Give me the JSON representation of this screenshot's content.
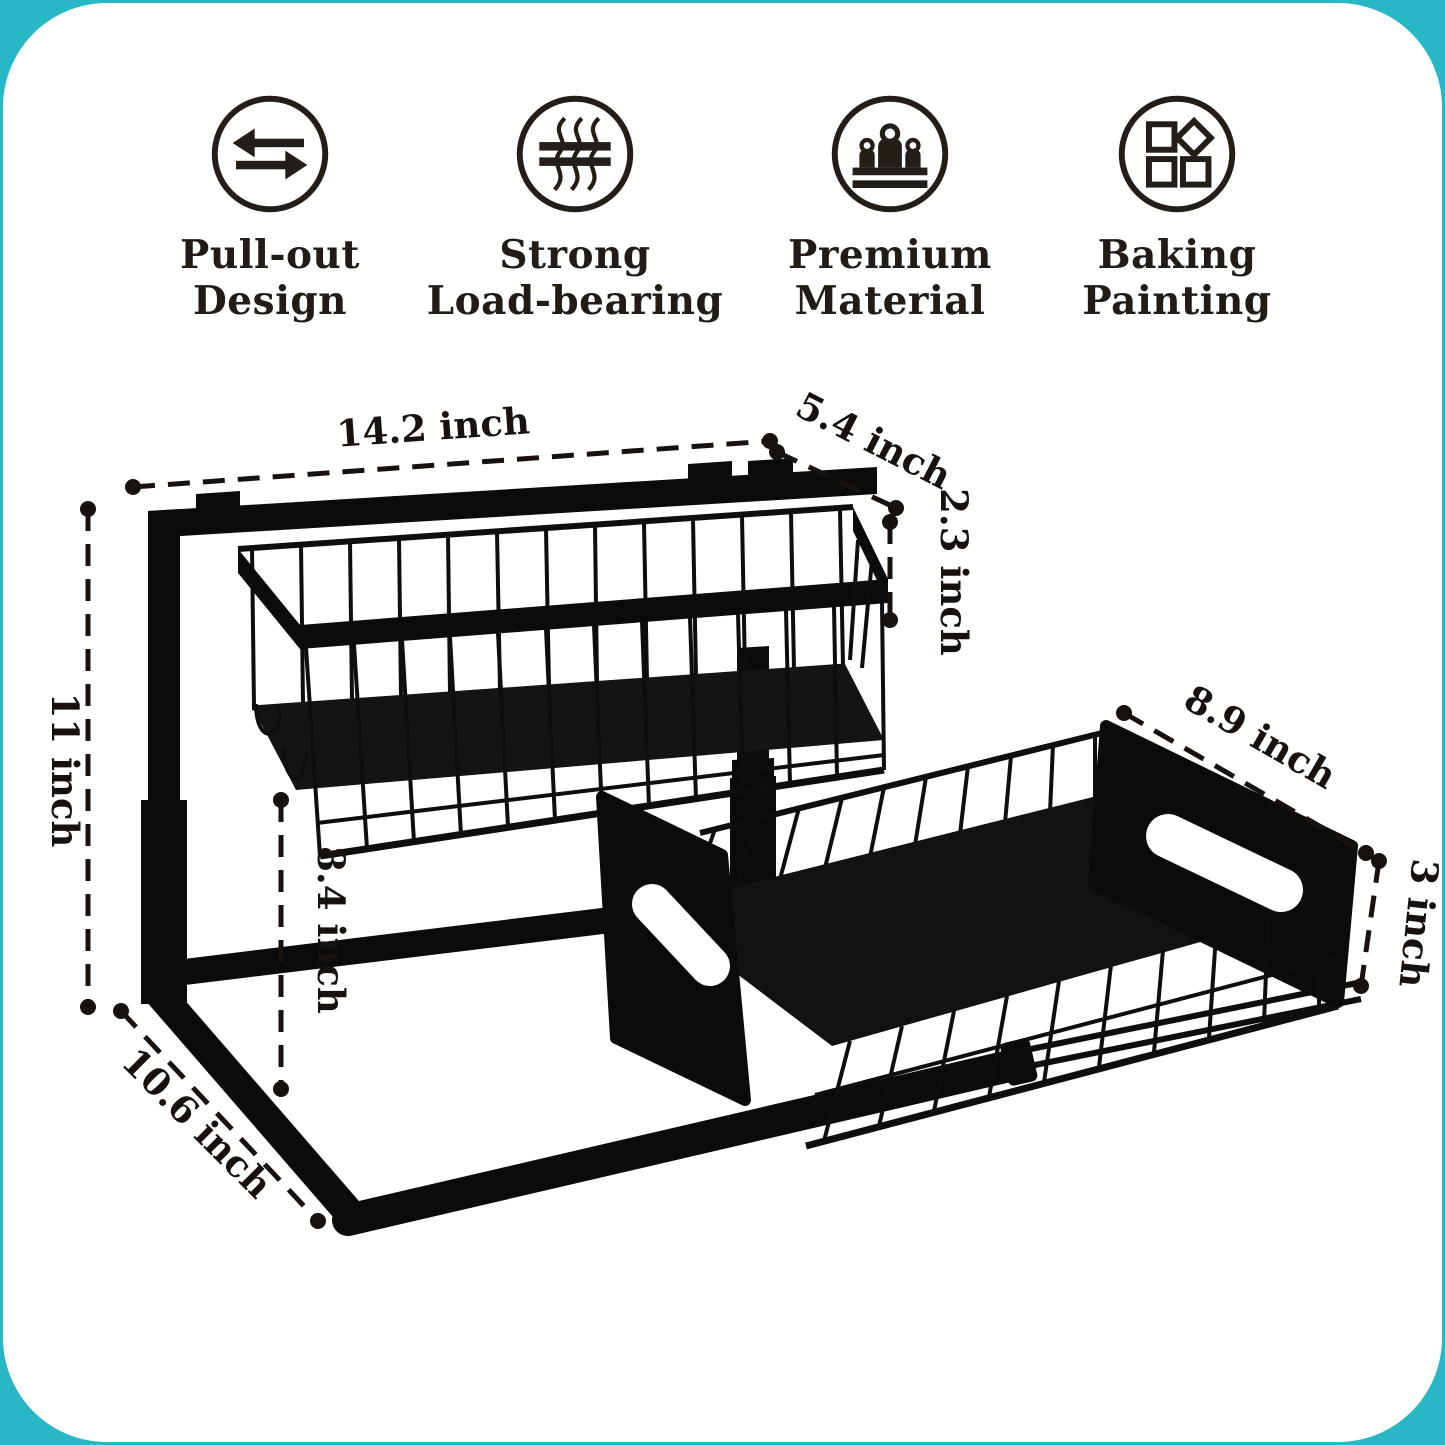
{
  "canvas": {
    "frame_color": "#27b7c5",
    "panel_color": "#ffffff",
    "ink_color": "#17120e",
    "product_color": "#0b0b0b"
  },
  "features": [
    {
      "icon": "pull-out-arrows-icon",
      "label_line1": "Pull-out",
      "label_line2": "Design"
    },
    {
      "icon": "load-bearing-icon",
      "label_line1": "Strong",
      "label_line2": "Load-bearing"
    },
    {
      "icon": "weights-shelf-icon",
      "label_line1": "Premium",
      "label_line2": "Material"
    },
    {
      "icon": "squares-diamond-icon",
      "label_line1": "Baking",
      "label_line2": "Painting"
    }
  ],
  "dimensions": {
    "top_width": "14.2 inch",
    "top_depth": "5.4 inch",
    "top_basket_height": "2.3 inch",
    "total_height": "11 inch",
    "under_clearance": "8.4 inch",
    "drawer_depth": "8.9 inch",
    "drawer_height": "3 inch",
    "base_depth": "10.6 inch"
  }
}
